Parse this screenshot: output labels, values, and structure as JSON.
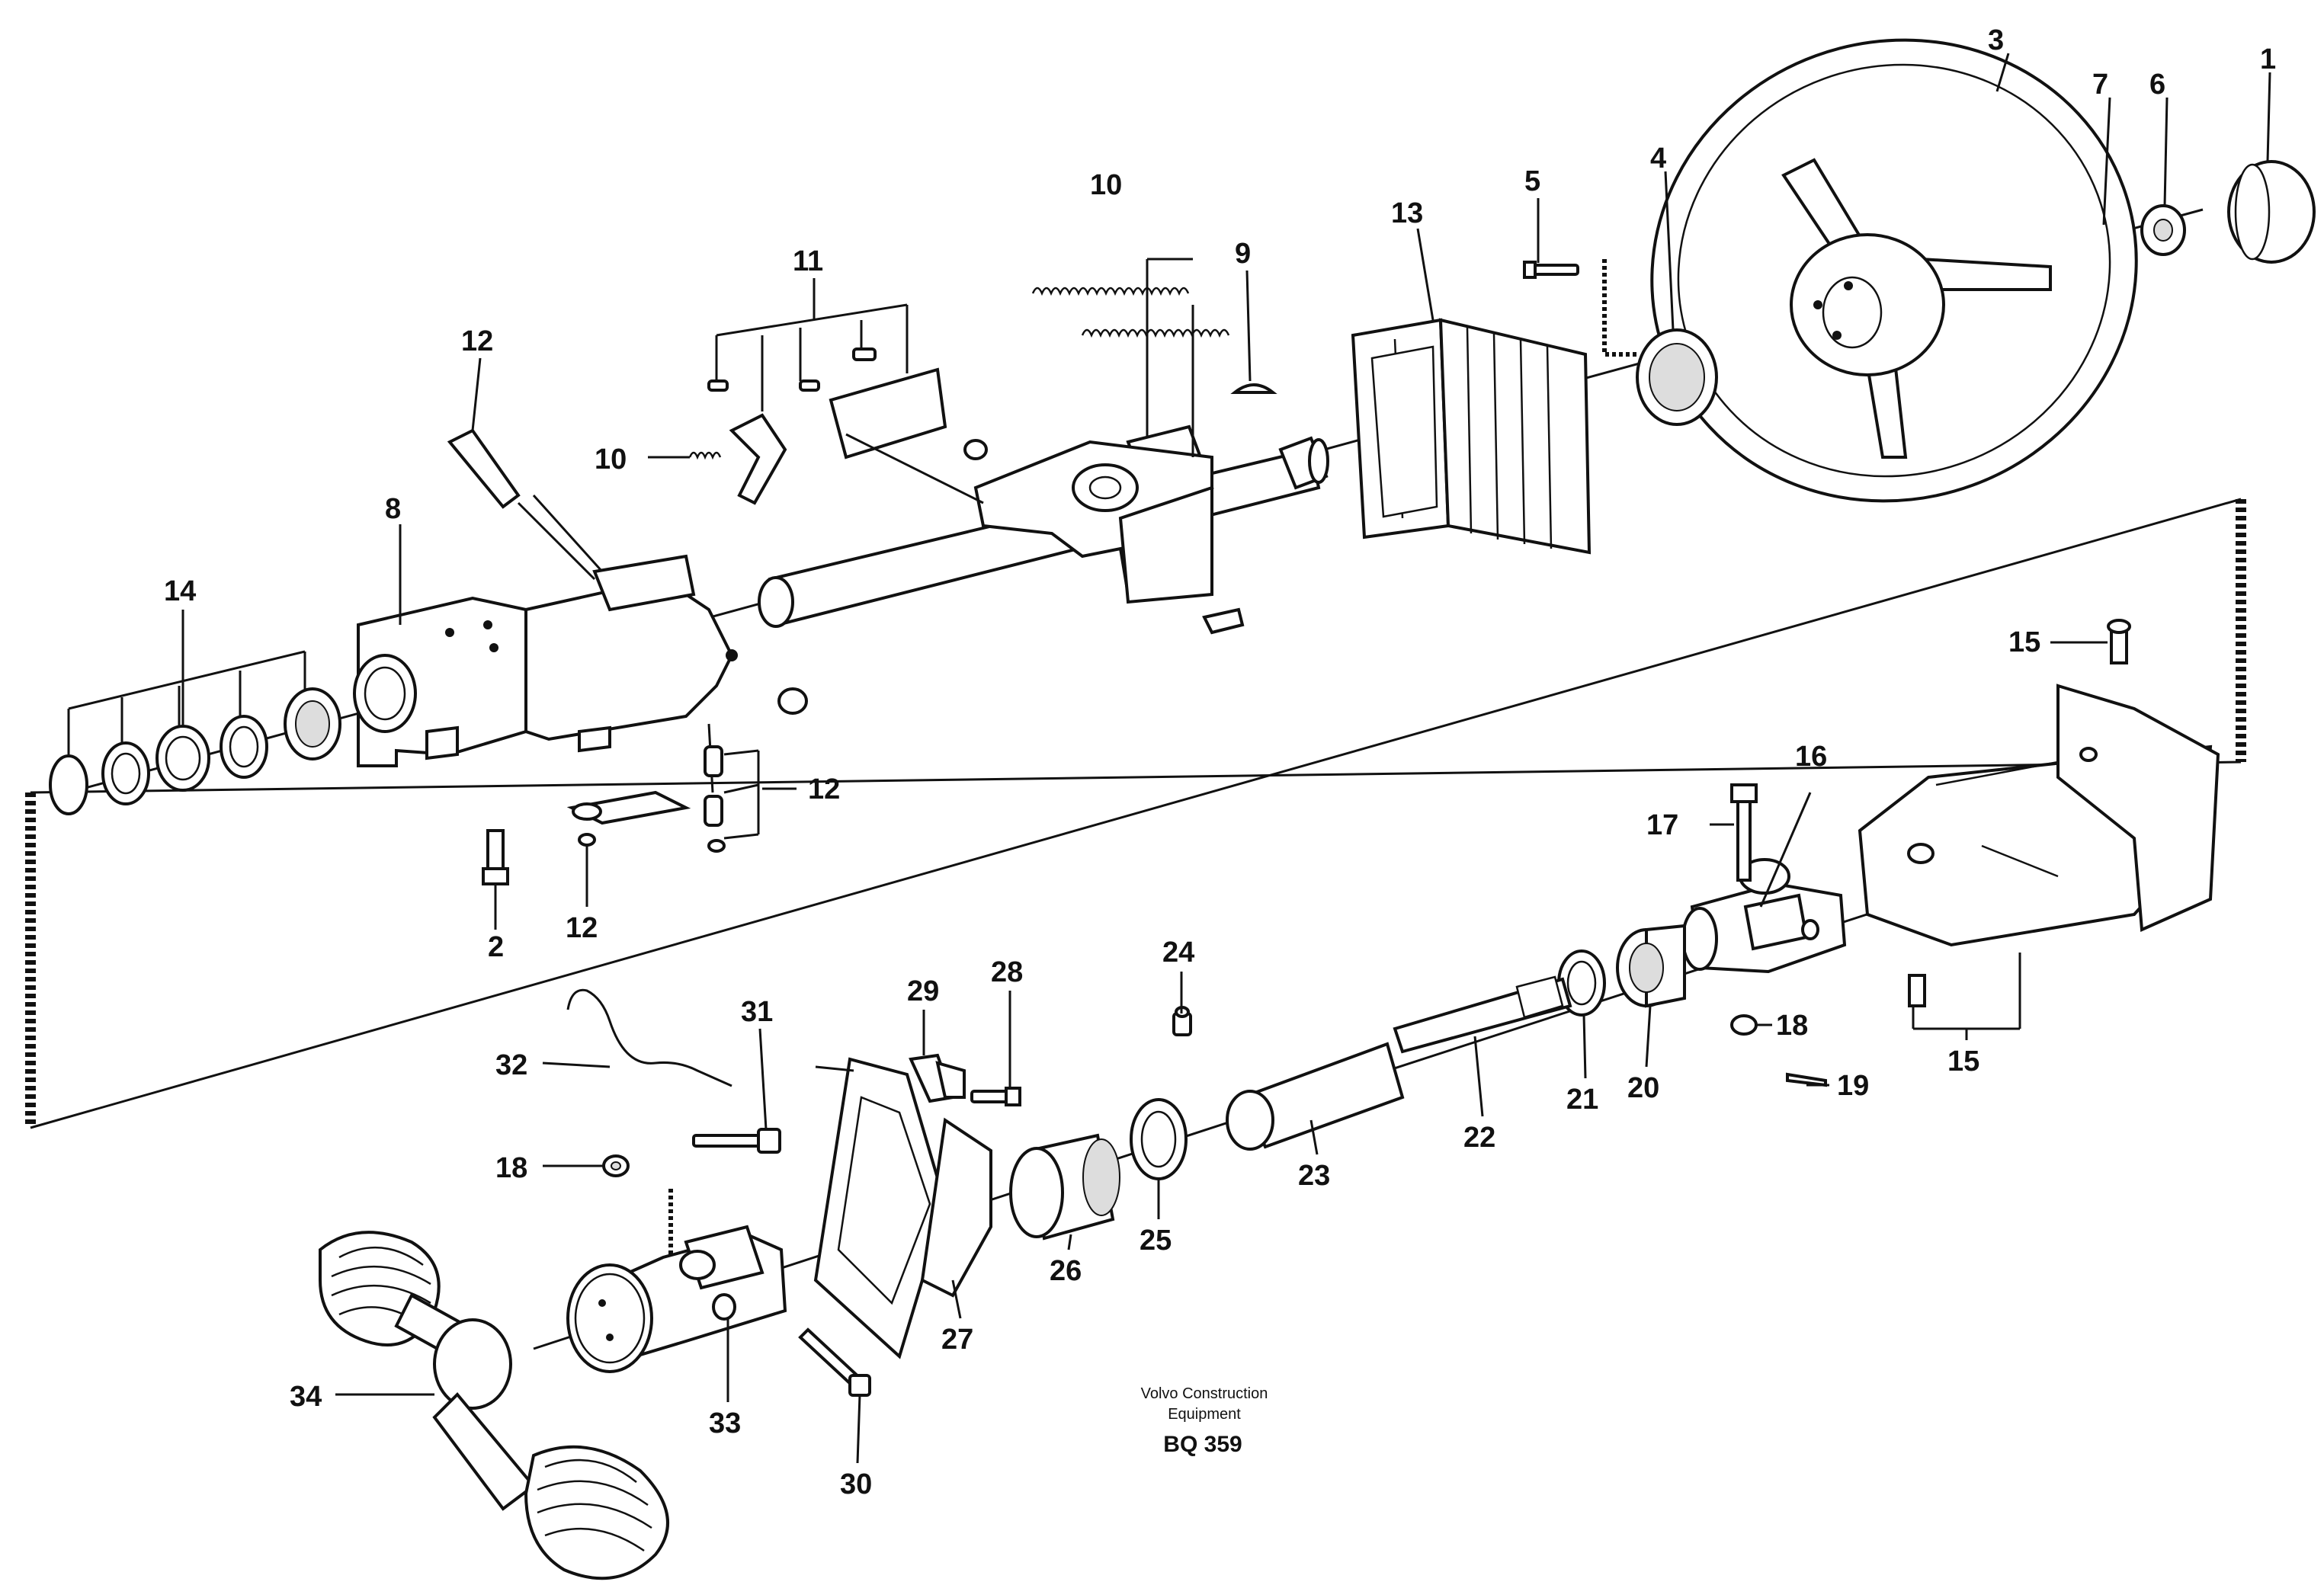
{
  "callouts": [
    {
      "id": "c1",
      "text": "1"
    },
    {
      "id": "c3",
      "text": "3"
    },
    {
      "id": "c7",
      "text": "7"
    },
    {
      "id": "c6",
      "text": "6"
    },
    {
      "id": "c4",
      "text": "4"
    },
    {
      "id": "c5",
      "text": "5"
    },
    {
      "id": "c13",
      "text": "13"
    },
    {
      "id": "c9",
      "text": "9"
    },
    {
      "id": "c10a",
      "text": "10"
    },
    {
      "id": "c11",
      "text": "11"
    },
    {
      "id": "c10b",
      "text": "10"
    },
    {
      "id": "c12a",
      "text": "12"
    },
    {
      "id": "c8",
      "text": "8"
    },
    {
      "id": "c14",
      "text": "14"
    },
    {
      "id": "c12b",
      "text": "12"
    },
    {
      "id": "c2",
      "text": "2"
    },
    {
      "id": "c12c",
      "text": "12"
    },
    {
      "id": "c15a",
      "text": "15"
    },
    {
      "id": "c16",
      "text": "16"
    },
    {
      "id": "c17",
      "text": "17"
    },
    {
      "id": "c18a",
      "text": "18"
    },
    {
      "id": "c19",
      "text": "19"
    },
    {
      "id": "c15b",
      "text": "15"
    },
    {
      "id": "c20",
      "text": "20"
    },
    {
      "id": "c21",
      "text": "21"
    },
    {
      "id": "c22",
      "text": "22"
    },
    {
      "id": "c23",
      "text": "23"
    },
    {
      "id": "c24",
      "text": "24"
    },
    {
      "id": "c25",
      "text": "25"
    },
    {
      "id": "c26",
      "text": "26"
    },
    {
      "id": "c27",
      "text": "27"
    },
    {
      "id": "c28",
      "text": "28"
    },
    {
      "id": "c29",
      "text": "29"
    },
    {
      "id": "c31",
      "text": "31"
    },
    {
      "id": "c32",
      "text": "32"
    },
    {
      "id": "c18b",
      "text": "18"
    },
    {
      "id": "c33",
      "text": "33"
    },
    {
      "id": "c30",
      "text": "30"
    },
    {
      "id": "c34",
      "text": "34"
    }
  ],
  "caption": {
    "line1": "Volvo Construction",
    "line2": "Equipment",
    "code": "BQ 359"
  }
}
